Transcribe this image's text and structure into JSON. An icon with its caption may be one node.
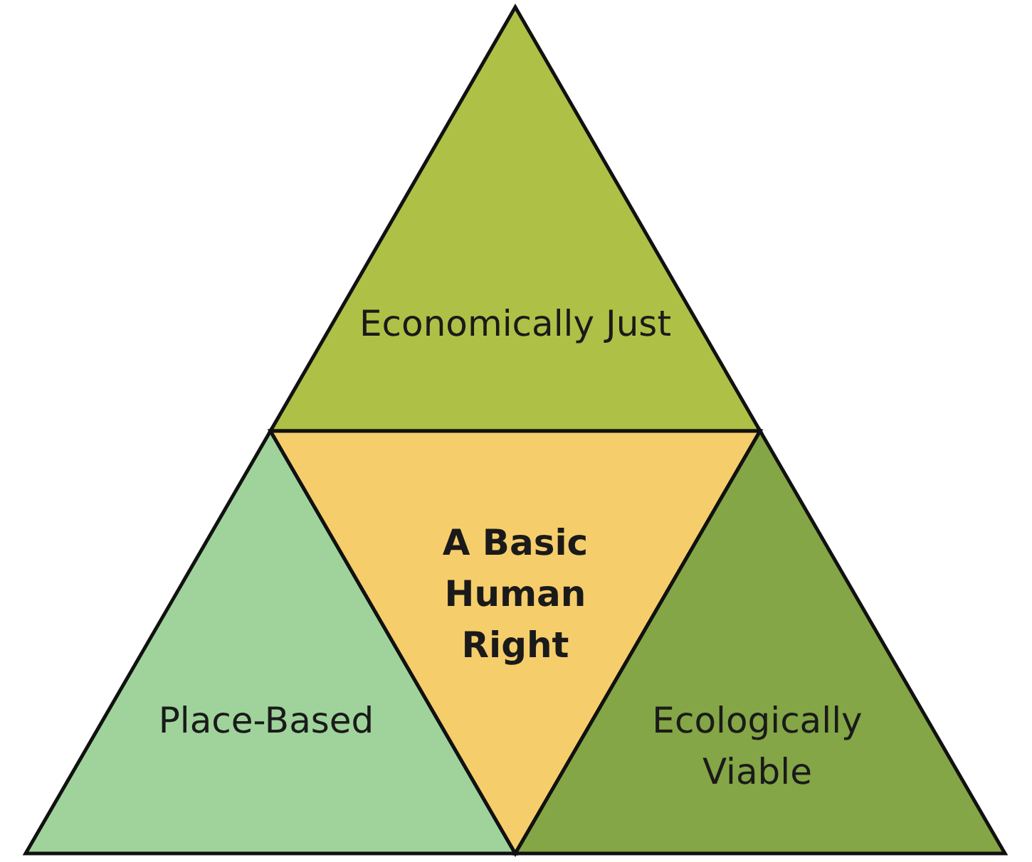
{
  "diagram": {
    "nodes": [
      {
        "text": [
          "Economically Just"
        ]
      },
      {
        "text": [
          "Place-Based"
        ]
      },
      {
        "text": [
          "A Basic Human Right"
        ]
      },
      {
        "text": [
          "Ecologically Viable"
        ]
      }
    ]
  }
}
